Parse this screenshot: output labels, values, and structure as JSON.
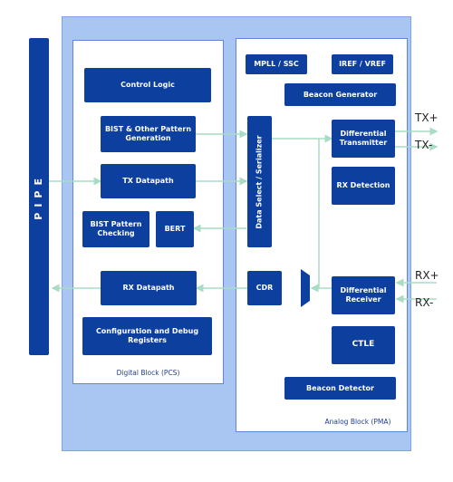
{
  "pipe": {
    "label": "PIPE"
  },
  "digital": {
    "caption": "Digital Block (PCS)",
    "control_logic": "Control Logic",
    "bist_gen": "BIST & Other Pattern Generation",
    "tx_datapath": "TX Datapath",
    "bist_check": "BIST Pattern Checking",
    "bert": "BERT",
    "rx_datapath": "RX Datapath",
    "config": "Configuration and Debug Registers"
  },
  "analog": {
    "caption": "Analog Block (PMA)",
    "mpll": "MPLL / SSC",
    "iref": "IREF / VREF",
    "beacon_gen": "Beacon Generator",
    "serializer": "Data Select / Serializer",
    "diff_tx": "Differential Transmitter",
    "rx_detection": "RX Detection",
    "cdr": "CDR",
    "diff_rx": "Differential Receiver",
    "ctle": "CTLE",
    "beacon_det": "Beacon Detector"
  },
  "signals": {
    "tx_plus": "TX+",
    "tx_minus": "TX-",
    "rx_plus": "RX+",
    "rx_minus": "RX-"
  },
  "colors": {
    "block": "#0d3f9f",
    "outer_bg": "#a9c5f2",
    "panel_border": "#5f86d8",
    "arrow": "#a8dcc4"
  }
}
